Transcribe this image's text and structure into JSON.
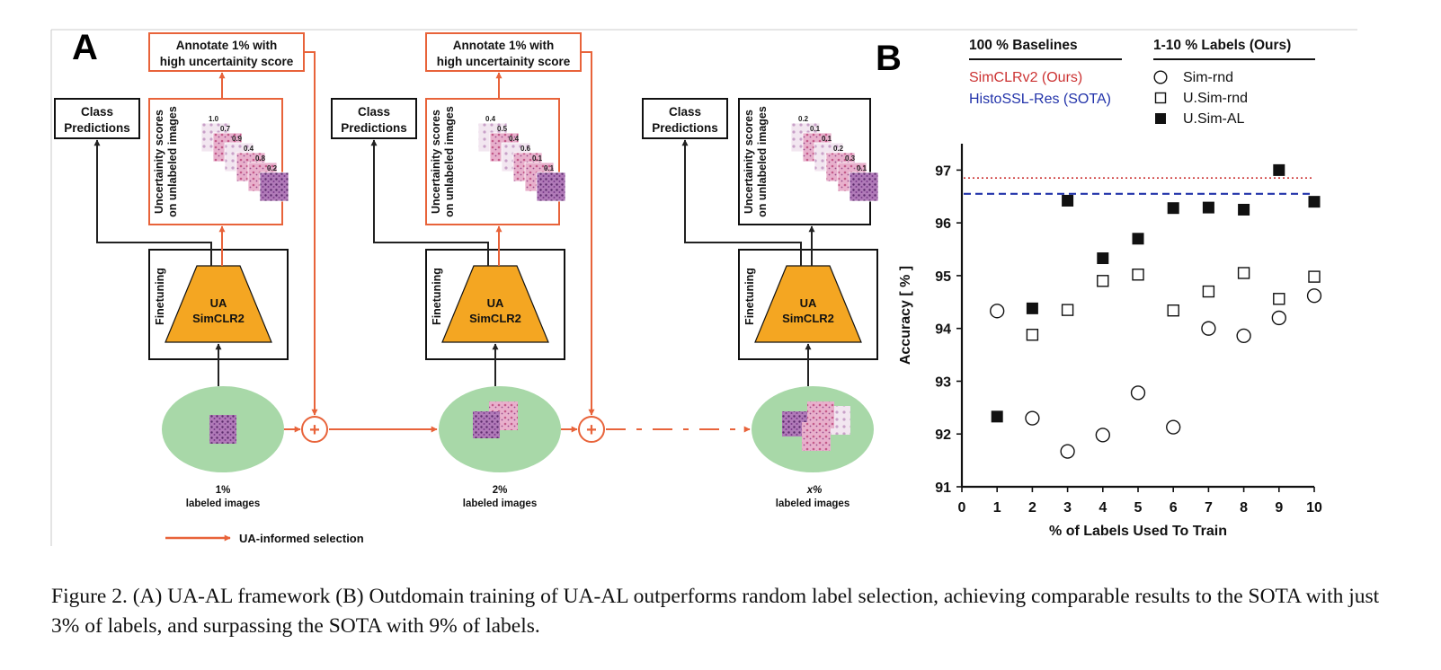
{
  "panel_a": {
    "label": "A",
    "stages": [
      {
        "annotate": [
          "Annotate 1% with",
          "high uncertainity score"
        ],
        "class_pred": [
          "Class",
          "Predictions"
        ],
        "uncert": [
          "Uncertainity scores",
          "on unlabeled images"
        ],
        "scores": [
          "1.0",
          "0.7",
          "0.9",
          "0.4",
          "0.8",
          "0.2"
        ],
        "finetune": "Finetuning",
        "model": [
          "UA",
          "SimCLR2"
        ],
        "labeled_pct": "1%",
        "labeled_txt": "labeled images"
      },
      {
        "annotate": [
          "Annotate 1% with",
          "high uncertainity score"
        ],
        "class_pred": [
          "Class",
          "Predictions"
        ],
        "uncert": [
          "Uncertainity scores",
          "on unlabeled images"
        ],
        "scores": [
          "0.4",
          "0.5",
          "0.4",
          "0.6",
          "0.1",
          "0.1"
        ],
        "finetune": "Finetuning",
        "model": [
          "UA",
          "SimCLR2"
        ],
        "labeled_pct": "2%",
        "labeled_txt": "labeled images"
      },
      {
        "annotate": null,
        "class_pred": [
          "Class",
          "Predictions"
        ],
        "uncert": [
          "Uncertainity scores",
          "on unlabeled images"
        ],
        "scores": [
          "0.2",
          "0.1",
          "0.1",
          "0.2",
          "0.3",
          "0.1"
        ],
        "finetune": "Finetuning",
        "model": [
          "UA",
          "SimCLR2"
        ],
        "labeled_pct": "x%",
        "labeled_txt": "labeled images"
      }
    ],
    "plus_symbol": "+",
    "legend": "UA-informed selection",
    "colors": {
      "orange": "#e8633a",
      "model_fill": "#f4a622",
      "ellipse_fill": "#a8d8a8",
      "tissue_light": "#d9a6c8",
      "tissue_dark": "#7a3a7a"
    }
  },
  "panel_b": {
    "label": "B",
    "legend_baselines_title": "100 % Baselines",
    "legend_ours_title": "1-10 % Labels (Ours)",
    "chart_data": {
      "type": "scatter",
      "xlabel": "% of Labels Used To Train",
      "ylabel": "Accuracy [ % ]",
      "xlim": [
        0,
        10
      ],
      "ylim": [
        91,
        97.5
      ],
      "xticks": [
        0,
        1,
        2,
        3,
        4,
        5,
        6,
        7,
        8,
        9,
        10
      ],
      "yticks": [
        91,
        92,
        93,
        94,
        95,
        96,
        97
      ],
      "grid": false,
      "baselines": [
        {
          "name": "SimCLRv2 (Ours)",
          "y": 96.85,
          "color": "#cc3333",
          "style": "dotted"
        },
        {
          "name": "HistoSSL-Res (SOTA)",
          "y": 96.55,
          "color": "#2233aa",
          "style": "dashed"
        }
      ],
      "series": [
        {
          "name": "Sim-rnd",
          "marker": "circle-open",
          "x": [
            1,
            2,
            3,
            4,
            5,
            6,
            7,
            8,
            9,
            10
          ],
          "values": [
            94.33,
            92.3,
            91.67,
            91.98,
            92.78,
            92.13,
            94.0,
            93.86,
            94.2,
            94.62
          ]
        },
        {
          "name": "U.Sim-rnd",
          "marker": "square-open",
          "x": [
            2,
            3,
            4,
            5,
            6,
            7,
            8,
            9,
            10
          ],
          "values": [
            93.88,
            94.35,
            94.9,
            95.02,
            94.34,
            94.7,
            95.05,
            94.56,
            94.98
          ]
        },
        {
          "name": "U.Sim-AL",
          "marker": "square-filled",
          "x": [
            1,
            2,
            3,
            4,
            5,
            6,
            7,
            8,
            9,
            10
          ],
          "values": [
            92.33,
            94.38,
            96.42,
            95.33,
            95.7,
            96.28,
            96.29,
            96.25,
            97.0,
            96.4
          ]
        }
      ]
    }
  },
  "caption": "Figure 2. (A) UA-AL framework (B) Outdomain training of UA-AL outperforms random label selection, achieving comparable results to the SOTA with just 3% of labels, and surpassing the SOTA with 9% of labels."
}
